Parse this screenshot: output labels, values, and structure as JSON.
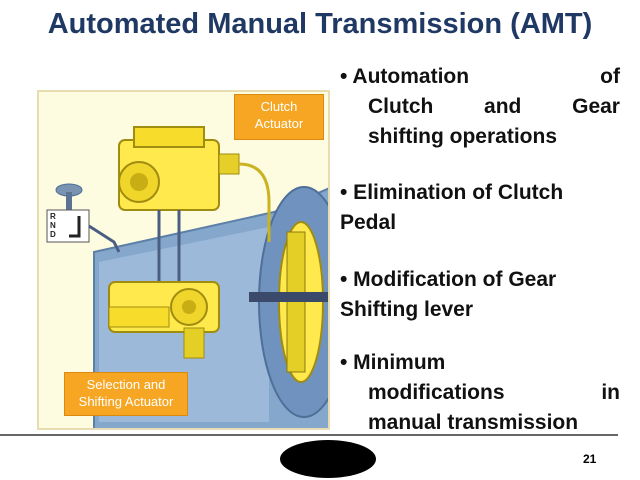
{
  "slide": {
    "title": "Automated Manual Transmission (AMT)",
    "page_number": "21"
  },
  "diagram": {
    "clutch_label_line1": "Clutch",
    "clutch_label_line2": "Actuator",
    "selection_label_line1": "Selection and",
    "selection_label_line2": "Shifting Actuator",
    "shift_lever_letters": [
      "R",
      "N",
      "D"
    ],
    "colors": {
      "background": "#fdfbe0",
      "actuator": "#ffe94d",
      "housing": "#7fa1c8",
      "label": "#f6a623"
    }
  },
  "bullets": [
    {
      "lines": [
        [
          "• Automation",
          "of"
        ],
        [
          "Clutch",
          "and",
          "Gear"
        ],
        [
          "shifting operations"
        ]
      ]
    },
    {
      "lines": [
        [
          "• Elimination of Clutch"
        ],
        [
          "Pedal"
        ]
      ]
    },
    {
      "lines": [
        [
          "• Modification of Gear"
        ],
        [
          "Shifting lever"
        ]
      ]
    },
    {
      "lines": [
        [
          "• Minimum"
        ],
        [
          "modifications",
          "in"
        ],
        [
          "manual transmission"
        ]
      ]
    }
  ]
}
